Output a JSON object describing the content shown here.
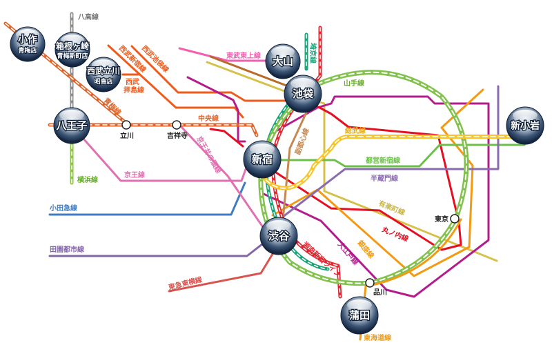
{
  "map_title": "東京 路線図",
  "colors": {
    "chuo": "#e0642a",
    "ome": "#e0642a",
    "hachiko": "#8c8c8c",
    "yokohama": "#8cc63f",
    "keio": "#e070b0",
    "seibu": "#f05a1a",
    "tobu_tojo": "#f05fb0",
    "yamanote": "#84c250",
    "saikyo": "#1aa57a",
    "shonan": "#e2262f",
    "sobu": "#f7c52b",
    "toei_shinjuku": "#6cbf4a",
    "hanzomon": "#8a6bb0",
    "yurakucho": "#d6c24a",
    "marunouchi": "#e60e22",
    "ginza": "#f39a12",
    "oedo": "#b41c8c",
    "fukutoshin": "#c48850",
    "odakyu": "#3f7cc3",
    "denentoshi": "#8366a8",
    "toyoko": "#d9534f",
    "tokaido": "#f39a12",
    "namboku": "#1aa57a",
    "tozai_brown": "#b86a28"
  },
  "stations": [
    {
      "id": "ozaku",
      "name": "小作",
      "sub": "青梅店"
    },
    {
      "id": "hakonegasaki",
      "name": "箱根ヶ崎",
      "sub": "青梅新町店"
    },
    {
      "id": "seibu-tachikawa",
      "name": "西武立川",
      "sub": "昭島店"
    },
    {
      "id": "hachioji",
      "name": "八王子",
      "sub": ""
    },
    {
      "id": "oyama",
      "name": "大山",
      "sub": ""
    },
    {
      "id": "ikebukuro",
      "name": "池袋",
      "sub": ""
    },
    {
      "id": "shinjuku",
      "name": "新宿",
      "sub": ""
    },
    {
      "id": "shibuya",
      "name": "渋谷",
      "sub": ""
    },
    {
      "id": "shin-koiwa",
      "name": "新小岩",
      "sub": ""
    },
    {
      "id": "kamata",
      "name": "蒲田",
      "sub": ""
    }
  ],
  "minor_stations": [
    {
      "id": "tachikawa",
      "name": "立川"
    },
    {
      "id": "kichijoji",
      "name": "吉祥寺"
    },
    {
      "id": "tokyo",
      "name": "東京"
    },
    {
      "id": "shinagawa",
      "name": "品川"
    }
  ],
  "line_labels": {
    "hachiko": "八高線",
    "ome": "青梅線",
    "seibu_shinjuku": "西武新宿線",
    "seibu_ikebukuro": "西武池袋線",
    "seibu_haijima": "西武拝島線",
    "chuo": "中央線",
    "yokohama": "横浜線",
    "keio": "京王線",
    "keio_inokashira": "京王井の頭線",
    "tobu_tojo": "東武東上線",
    "fukutoshin": "副都心線",
    "saikyo": "埼京線",
    "yamanote": "山手線",
    "sobu": "総武線",
    "toei_shinjuku": "都営新宿線",
    "hanzomon": "半蔵門線",
    "yurakucho": "有楽町線",
    "marunouchi": "丸ノ内線",
    "ginza": "銀座線",
    "oedo": "大江戸線",
    "shonan": "湘南新宿ライン",
    "odakyu": "小田急線",
    "denentoshi": "田園都市線",
    "toyoko": "東急東横線",
    "tokaido": "東海道線"
  }
}
